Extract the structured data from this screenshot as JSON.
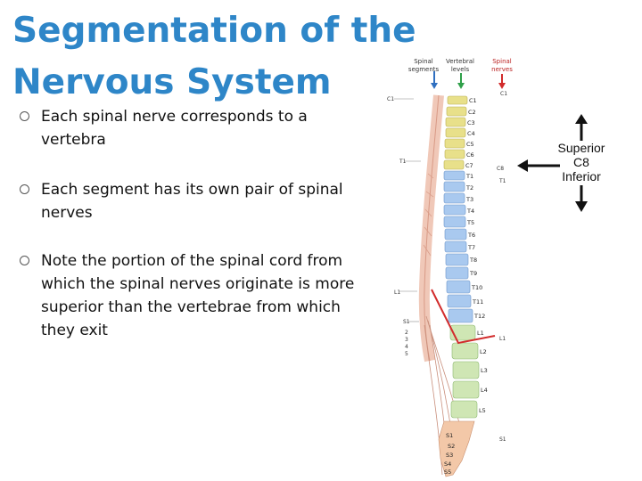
{
  "slide": {
    "title": "Segmentation of the Nervous System",
    "bullets": [
      "Each spinal nerve corresponds to a vertebra",
      "Each segment has its own pair of spinal nerves",
      "Note the portion of the spinal cord from which the spinal nerves originate is more superior than the vertebrae from which they exit"
    ]
  },
  "figure": {
    "headers": {
      "segments": [
        "Spinal",
        "segments"
      ],
      "vertebral": [
        "Vertebral",
        "levels"
      ],
      "nerves": [
        "Spinal",
        "nerves"
      ]
    },
    "vertebrae": {
      "cervical": [
        "C1",
        "C2",
        "C3",
        "C4",
        "C5",
        "C6",
        "C7"
      ],
      "thoracic": [
        "T1",
        "T2",
        "T3",
        "T4",
        "T5",
        "T6",
        "T7",
        "T8",
        "T9",
        "T10",
        "T11",
        "T12"
      ],
      "lumbar": [
        "L1",
        "L2",
        "L3",
        "L4",
        "L5"
      ],
      "sacral": [
        "S1",
        "S2",
        "S3",
        "S4",
        "S5"
      ]
    },
    "side_labels": {
      "c1_left": "C1",
      "c1_right": "C1",
      "t1_left": "T1",
      "t1_right": "T1",
      "c8_small": "C8",
      "l1_left": "L1",
      "l1_right": "L1",
      "s1_left": "S1",
      "s1_right": "S1"
    },
    "sacral_numbers": [
      "2",
      "3",
      "4",
      "5"
    ],
    "colors": {
      "segments_arrow": "#2f6fc0",
      "vertebral_arrow": "#2fa04a",
      "nerves_arrow": "#d22c2c",
      "cervical": "#e8e08a",
      "thoracic": "#a9c9ef",
      "lumbar": "#cfe6b4",
      "sacral": "#f3c8a8",
      "cord": "#f0c8b8"
    }
  },
  "legend": {
    "superior": "Superior",
    "level": "C8",
    "inferior": "Inferior"
  }
}
